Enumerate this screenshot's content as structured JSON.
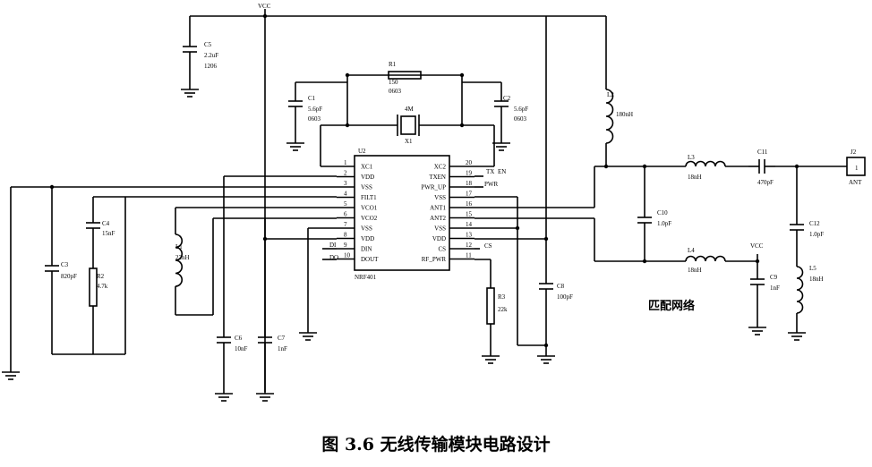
{
  "caption": "图 3.6 无线传输模块电路设计",
  "power_label": "VCC",
  "power_label2": "VCC",
  "chip": {
    "ref": "U2",
    "part": "NRF401",
    "left_pins": [
      {
        "num": "1",
        "name": "XC1"
      },
      {
        "num": "2",
        "name": "VDD"
      },
      {
        "num": "3",
        "name": "VSS"
      },
      {
        "num": "4",
        "name": "FILT1"
      },
      {
        "num": "5",
        "name": "VCO1"
      },
      {
        "num": "6",
        "name": "VCO2"
      },
      {
        "num": "7",
        "name": "VSS"
      },
      {
        "num": "8",
        "name": "VDD"
      },
      {
        "num": "9",
        "name": "DIN"
      },
      {
        "num": "10",
        "name": "DOUT"
      }
    ],
    "right_pins": [
      {
        "num": "20",
        "name": "XC2"
      },
      {
        "num": "19",
        "name": "TXEN"
      },
      {
        "num": "18",
        "name": "PWR_UP"
      },
      {
        "num": "17",
        "name": "VSS"
      },
      {
        "num": "16",
        "name": "ANT1"
      },
      {
        "num": "15",
        "name": "ANT2"
      },
      {
        "num": "14",
        "name": "VSS"
      },
      {
        "num": "13",
        "name": "VDD"
      },
      {
        "num": "12",
        "name": "CS"
      },
      {
        "num": "11",
        "name": "RF_PWR"
      }
    ]
  },
  "net_labels": {
    "tx": "TX",
    "en": "EN",
    "pwr": "PWR",
    "cs": "CS",
    "di": "DI",
    "do": "DO"
  },
  "components": {
    "C5": {
      "ref": "C5",
      "value": "2.2uF",
      "pkg": "1206"
    },
    "C1": {
      "ref": "C1",
      "value": "5.6pF",
      "pkg": "0603"
    },
    "C2": {
      "ref": "C2",
      "value": "5.6pF",
      "pkg": "0603"
    },
    "R1": {
      "ref": "R1",
      "value": "150",
      "pkg": "0603"
    },
    "X1": {
      "ref": "X1",
      "value": "4M"
    },
    "L2": {
      "ref": "L2",
      "value": "180nH"
    },
    "C4": {
      "ref": "C4",
      "value": "15nF"
    },
    "C3": {
      "ref": "C3",
      "value": "820pF"
    },
    "R2": {
      "ref": "R2",
      "value": "4.7k"
    },
    "L1": {
      "ref": "L1",
      "value": "22nH"
    },
    "C6": {
      "ref": "C6",
      "value": "10nF"
    },
    "C7": {
      "ref": "C7",
      "value": "1nF"
    },
    "R3": {
      "ref": "R3",
      "value": "22k"
    },
    "C8": {
      "ref": "C8",
      "value": "100pF"
    },
    "C10": {
      "ref": "C10",
      "value": "1.0pF"
    },
    "L3": {
      "ref": "L3",
      "value": "18nH"
    },
    "C11": {
      "ref": "C11",
      "value": "470pF"
    },
    "J2": {
      "ref": "J2",
      "value": "ANT",
      "pin": "1"
    },
    "L4": {
      "ref": "L4",
      "value": "18nH"
    },
    "C9": {
      "ref": "C9",
      "value": "1nF"
    },
    "C12": {
      "ref": "C12",
      "value": "1.0pF"
    },
    "L5": {
      "ref": "L5",
      "value": "18nH"
    }
  },
  "section_label": "匹配网络"
}
